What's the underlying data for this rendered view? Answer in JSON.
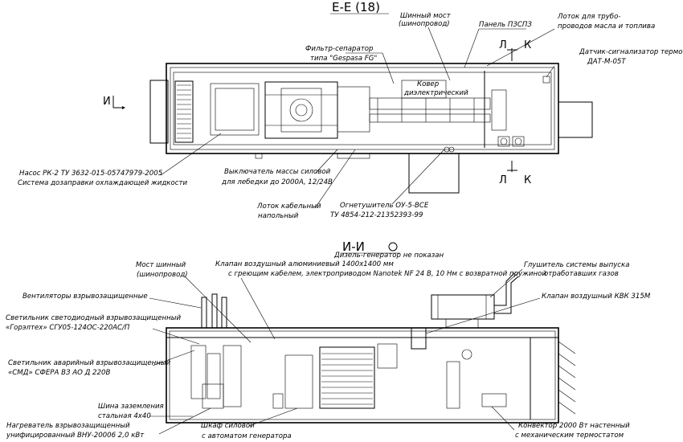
{
  "views": {
    "plan_title": "Е-Е (18)",
    "section_title": "И-И",
    "section_i_top": "И",
    "section_l_top": "Л",
    "section_k_top": "К",
    "section_l_bottom": "Л",
    "section_k_bottom": "К"
  },
  "plan_labels": {
    "busbar_1": "Шинный мост",
    "busbar_2": "(шинопровод)",
    "panel": "Панель ПЗСПЗ",
    "tray_pipes_1": "Лоток для трубо-",
    "tray_pipes_2": "проводов масла и топлива",
    "filter_1": "Фильтр-сепаратор",
    "filter_2": "типа \"Gespasa FG\"",
    "sensor_1": "Датчик-сигнализатор термо",
    "sensor_2": "ДАТ-М-05Т",
    "mat_1": "Ковер",
    "mat_2": "диэлектрический",
    "pump_1": "Насос РК-2 ТУ 3632-015-05747979-2005",
    "pump_2": "Система дозаправки охлаждающей жидкости",
    "switch_1": "Выключатель массы силовой",
    "switch_2": "для лебедки до 2000А, 12/24В",
    "cable_tray_1": "Лоток кабельный",
    "cable_tray_2": "напольный",
    "extinguisher_1": "Огнетушитель ОУ-5-ВСЕ",
    "extinguisher_2": "ТУ 4854-212-21352393-99"
  },
  "section_labels": {
    "diesel_hidden": "Дизель-генератор не показан",
    "busbar_1": "Мост шинный",
    "busbar_2": "(шинопровод)",
    "valve_1": "Клапан воздушный алюминиевый 1400х1400 мм",
    "valve_2": "с греющим кабелем, электроприводом Nanotek NF 24 В, 10 Нм с возвратной пружиной",
    "muffler_1": "Глушитель системы выпуска",
    "muffler_2": "отработавших газов",
    "fans": "Вентиляторы взрывозащищенные",
    "lamps_1": "Светильник светодиодный взрывозащищенный",
    "lamps_2": "«Горэлтех» СГУ05-124ОС-220АС/П",
    "valve_kvk": "Клапан воздушный КВК 315М",
    "emergency_1": "Светильник аварийный взрывозащищенный",
    "emergency_2": "«СМД» СФЕРА ВЗ АО Д 220В",
    "ground_1": "Шина заземления",
    "ground_2": "стальная 4х40",
    "heater_1": "Нагреватель взрывозащищенный",
    "heater_2": "унифицированный ВНУ-20006 2,0 кВт",
    "cabinet_1": "Шкаф силовой",
    "cabinet_2": "с автоматом генератора",
    "convector_1": "Конвектор 2000 Вт настенный",
    "convector_2": "с механическим термостатом"
  }
}
